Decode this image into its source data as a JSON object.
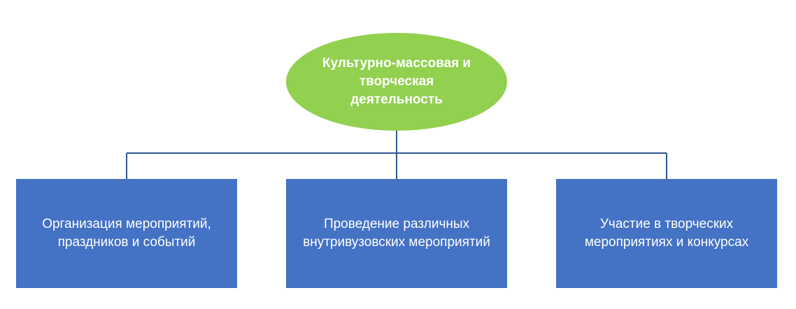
{
  "colors": {
    "root_fill": "#92d050",
    "child_fill": "#4472c4",
    "connector": "#2f5597",
    "text": "#ffffff"
  },
  "root": {
    "label": "Культурно-массовая и творческая деятельность"
  },
  "children": [
    {
      "label": "Организация мероприятий, праздников и событий"
    },
    {
      "label": "Проведение различных внутривузовских мероприятий"
    },
    {
      "label": "Участие в творческих мероприятиях и конкурсах"
    }
  ]
}
